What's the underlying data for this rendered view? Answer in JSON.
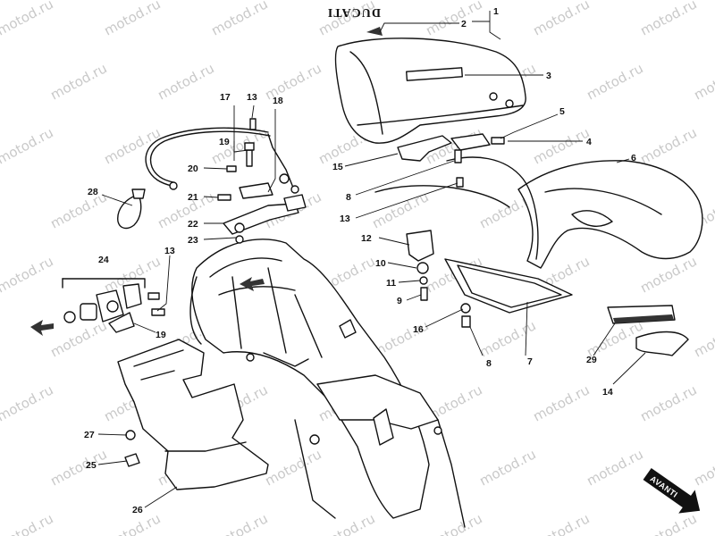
{
  "watermark": "motod.ru",
  "brand_text": "DUCATI",
  "direction_text": "AVANTI",
  "callouts": [
    "1",
    "2",
    "3",
    "4",
    "5",
    "6",
    "7",
    "8",
    "9",
    "10",
    "11",
    "12",
    "13",
    "14",
    "15",
    "16",
    "17",
    "18",
    "19",
    "20",
    "21",
    "22",
    "23",
    "24",
    "25",
    "26",
    "27",
    "28",
    "29"
  ]
}
